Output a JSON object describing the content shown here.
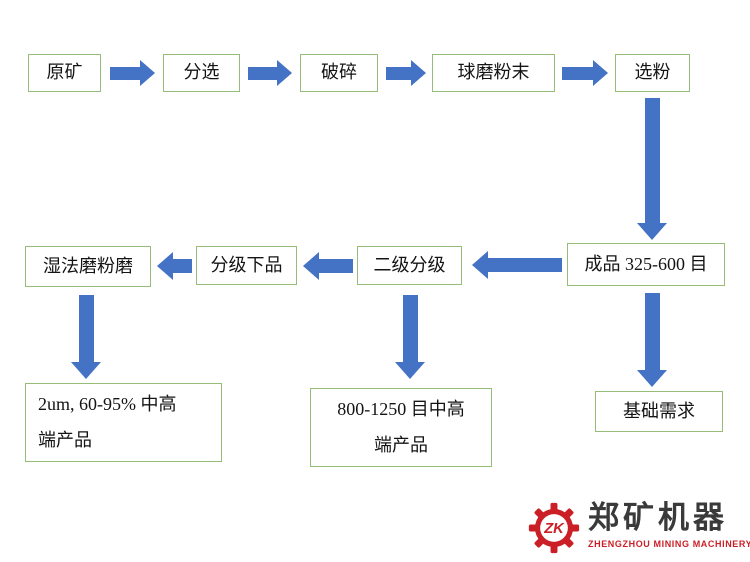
{
  "flowchart": {
    "nodes": {
      "raw_ore": "原矿",
      "sorting": "分选",
      "crushing": "破碎",
      "ball_mill_powder": "球磨粉末",
      "powder_selection": "选粉",
      "finished_product": "成品 325-600 目",
      "secondary_classification": "二级分级",
      "classified_lower_product": "分级下品",
      "wet_grinding_mill": "湿法磨粉磨",
      "fine_product": {
        "line1": "2um, 60-95% 中高",
        "line2": "端产品"
      },
      "mesh_product": {
        "line1": "800-1250 目中高",
        "line2": "端产品"
      },
      "basic_demand": "基础需求"
    }
  },
  "logo": {
    "monogram": "ZK",
    "company_name": "郑矿机器",
    "company_subtitle": "ZHENGZHOU MINING MACHINERY"
  },
  "colors": {
    "box_border_green": "#96bd77",
    "arrow_blue": "#4472c4",
    "logo_red": "#cb1f27",
    "text_black": "#141414"
  }
}
